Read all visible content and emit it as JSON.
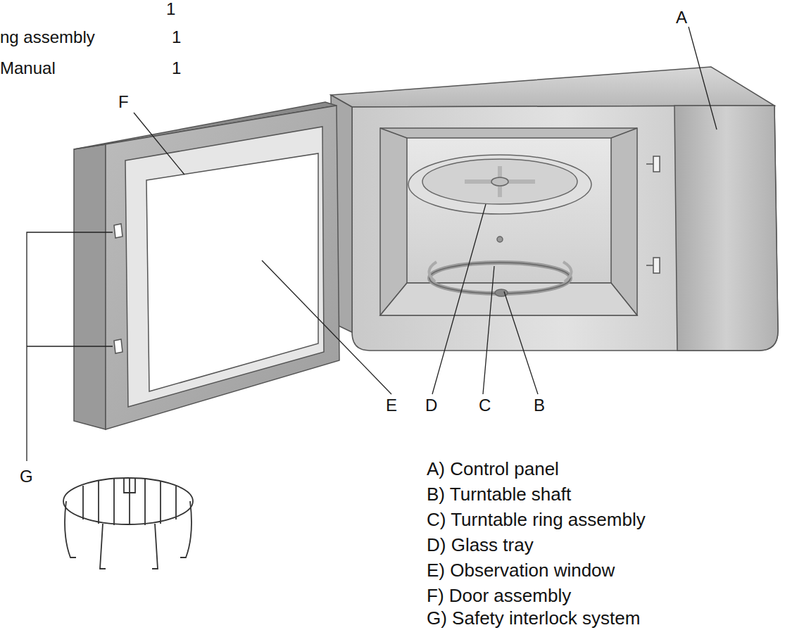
{
  "diagram": {
    "labels": [
      "1",
      "ng assembly",
      "1",
      "Manual",
      "1",
      "A",
      "F",
      "G",
      "E",
      "D",
      "C",
      "B",
      "A) Control panel",
      "B) Turntable shaft",
      "C) Turntable ring assembly",
      "D) Glass tray",
      "E) Observation window",
      "F) Door assembly",
      "G) Safety interlock system"
    ]
  }
}
